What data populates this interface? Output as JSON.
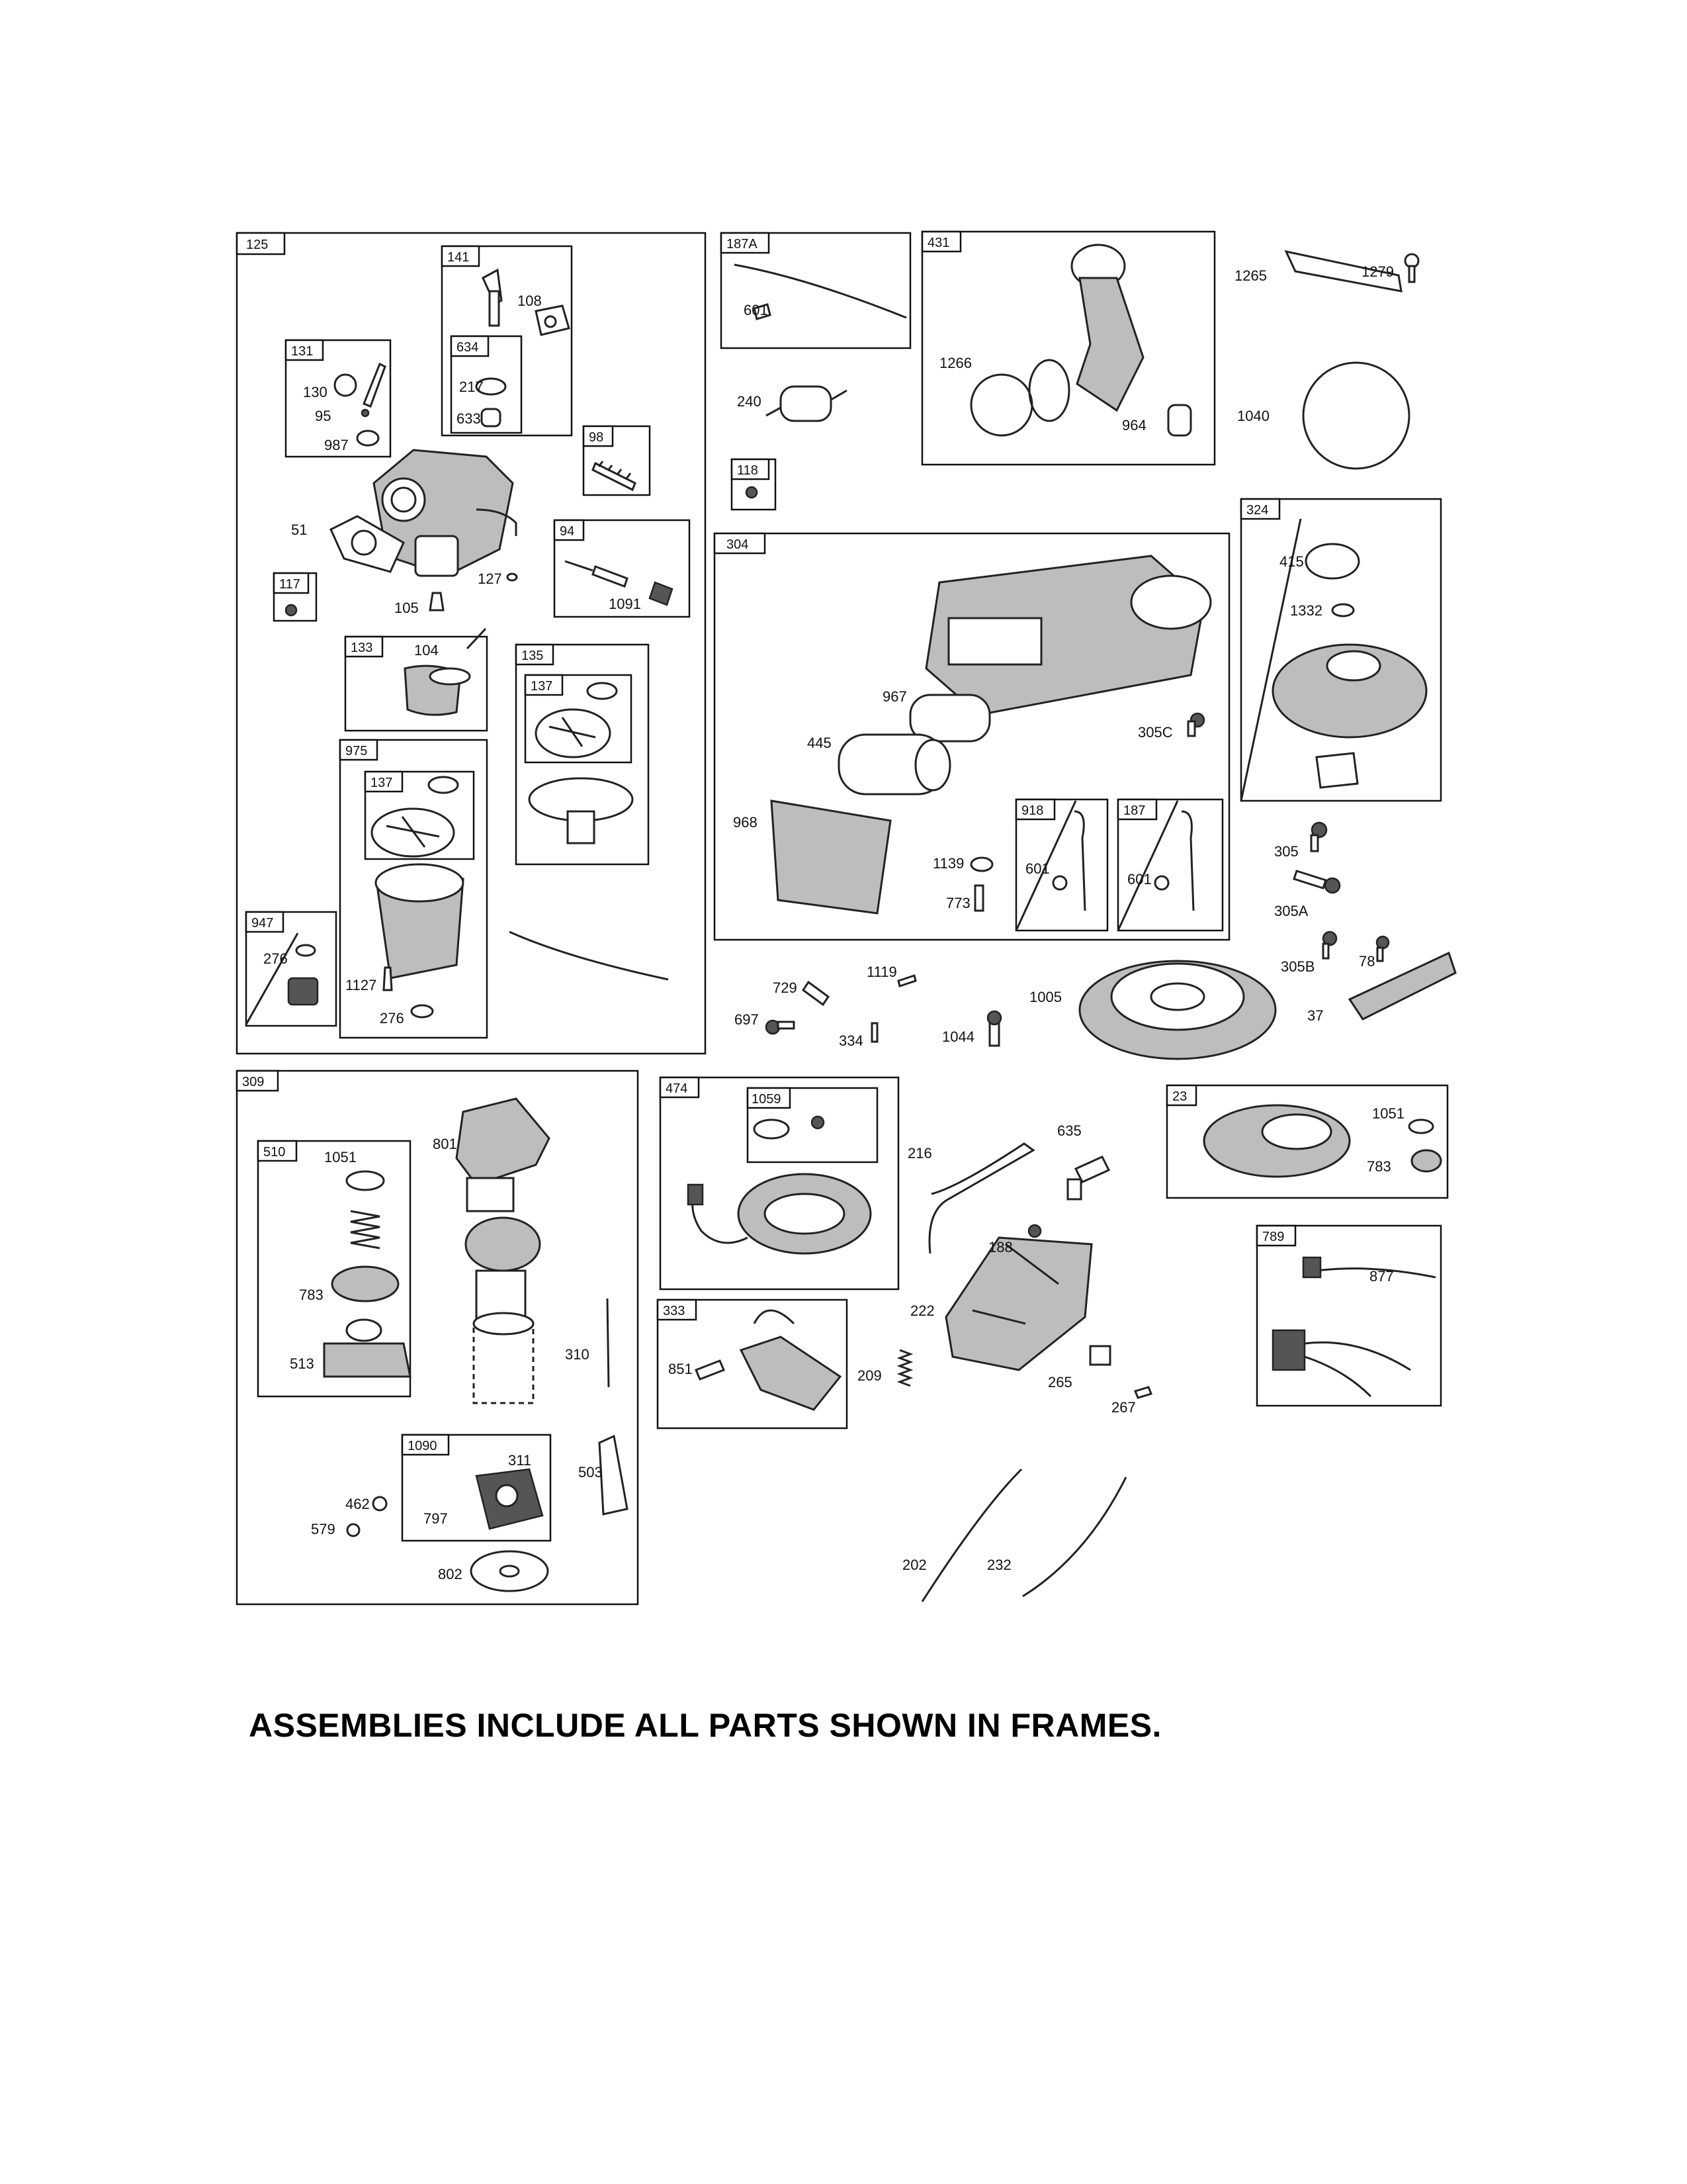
{
  "caption": "ASSEMBLIES INCLUDE ALL PARTS SHOWN IN FRAMES.",
  "frames": [
    {
      "id": "125",
      "label": "125"
    },
    {
      "id": "141",
      "label": "141"
    },
    {
      "id": "634",
      "label": "634"
    },
    {
      "id": "131",
      "label": "131"
    },
    {
      "id": "98",
      "label": "98"
    },
    {
      "id": "94",
      "label": "94"
    },
    {
      "id": "117",
      "label": "117"
    },
    {
      "id": "133",
      "label": "133"
    },
    {
      "id": "135",
      "label": "135"
    },
    {
      "id": "137a",
      "label": "137"
    },
    {
      "id": "975",
      "label": "975"
    },
    {
      "id": "137b",
      "label": "137"
    },
    {
      "id": "947",
      "label": "947"
    },
    {
      "id": "187A",
      "label": "187A"
    },
    {
      "id": "118",
      "label": "118"
    },
    {
      "id": "431",
      "label": "431"
    },
    {
      "id": "304",
      "label": "304"
    },
    {
      "id": "918",
      "label": "918"
    },
    {
      "id": "187",
      "label": "187"
    },
    {
      "id": "324",
      "label": "324"
    },
    {
      "id": "309",
      "label": "309"
    },
    {
      "id": "510",
      "label": "510"
    },
    {
      "id": "1090",
      "label": "1090"
    },
    {
      "id": "474",
      "label": "474"
    },
    {
      "id": "1059",
      "label": "1059"
    },
    {
      "id": "333",
      "label": "333"
    },
    {
      "id": "23",
      "label": "23"
    },
    {
      "id": "789",
      "label": "789"
    }
  ],
  "parts": [
    {
      "id": "p108",
      "label": "108"
    },
    {
      "id": "p217",
      "label": "217"
    },
    {
      "id": "p633",
      "label": "633"
    },
    {
      "id": "p130",
      "label": "130"
    },
    {
      "id": "p95",
      "label": "95"
    },
    {
      "id": "p987",
      "label": "987"
    },
    {
      "id": "p51",
      "label": "51"
    },
    {
      "id": "p127",
      "label": "127"
    },
    {
      "id": "p105",
      "label": "105"
    },
    {
      "id": "p1091",
      "label": "1091"
    },
    {
      "id": "p104",
      "label": "104"
    },
    {
      "id": "p276a",
      "label": "276"
    },
    {
      "id": "p1127",
      "label": "1127"
    },
    {
      "id": "p276b",
      "label": "276"
    },
    {
      "id": "p601a",
      "label": "601"
    },
    {
      "id": "p240",
      "label": "240"
    },
    {
      "id": "p1266",
      "label": "1266"
    },
    {
      "id": "p964",
      "label": "964"
    },
    {
      "id": "p1265",
      "label": "1265"
    },
    {
      "id": "p1279",
      "label": "1279"
    },
    {
      "id": "p1040",
      "label": "1040"
    },
    {
      "id": "p967",
      "label": "967"
    },
    {
      "id": "p445",
      "label": "445"
    },
    {
      "id": "p305C",
      "label": "305C"
    },
    {
      "id": "p968",
      "label": "968"
    },
    {
      "id": "p1139",
      "label": "1139"
    },
    {
      "id": "p773",
      "label": "773"
    },
    {
      "id": "p601b",
      "label": "601"
    },
    {
      "id": "p601c",
      "label": "601"
    },
    {
      "id": "p415",
      "label": "415"
    },
    {
      "id": "p1332",
      "label": "1332"
    },
    {
      "id": "p305",
      "label": "305"
    },
    {
      "id": "p305A",
      "label": "305A"
    },
    {
      "id": "p305B",
      "label": "305B"
    },
    {
      "id": "p78",
      "label": "78"
    },
    {
      "id": "p37",
      "label": "37"
    },
    {
      "id": "p1119",
      "label": "1119"
    },
    {
      "id": "p729",
      "label": "729"
    },
    {
      "id": "p697",
      "label": "697"
    },
    {
      "id": "p334",
      "label": "334"
    },
    {
      "id": "p1044",
      "label": "1044"
    },
    {
      "id": "p1005",
      "label": "1005"
    },
    {
      "id": "p1051a",
      "label": "1051"
    },
    {
      "id": "p801",
      "label": "801"
    },
    {
      "id": "p783a",
      "label": "783"
    },
    {
      "id": "p513",
      "label": "513"
    },
    {
      "id": "p310",
      "label": "310"
    },
    {
      "id": "p311",
      "label": "311"
    },
    {
      "id": "p797",
      "label": "797"
    },
    {
      "id": "p462",
      "label": "462"
    },
    {
      "id": "p579",
      "label": "579"
    },
    {
      "id": "p503",
      "label": "503"
    },
    {
      "id": "p802",
      "label": "802"
    },
    {
      "id": "p216",
      "label": "216"
    },
    {
      "id": "p635",
      "label": "635"
    },
    {
      "id": "p188",
      "label": "188"
    },
    {
      "id": "p222",
      "label": "222"
    },
    {
      "id": "p851",
      "label": "851"
    },
    {
      "id": "p209",
      "label": "209"
    },
    {
      "id": "p265",
      "label": "265"
    },
    {
      "id": "p267",
      "label": "267"
    },
    {
      "id": "p1051b",
      "label": "1051"
    },
    {
      "id": "p783b",
      "label": "783"
    },
    {
      "id": "p877",
      "label": "877"
    },
    {
      "id": "p202",
      "label": "202"
    },
    {
      "id": "p232",
      "label": "232"
    }
  ]
}
